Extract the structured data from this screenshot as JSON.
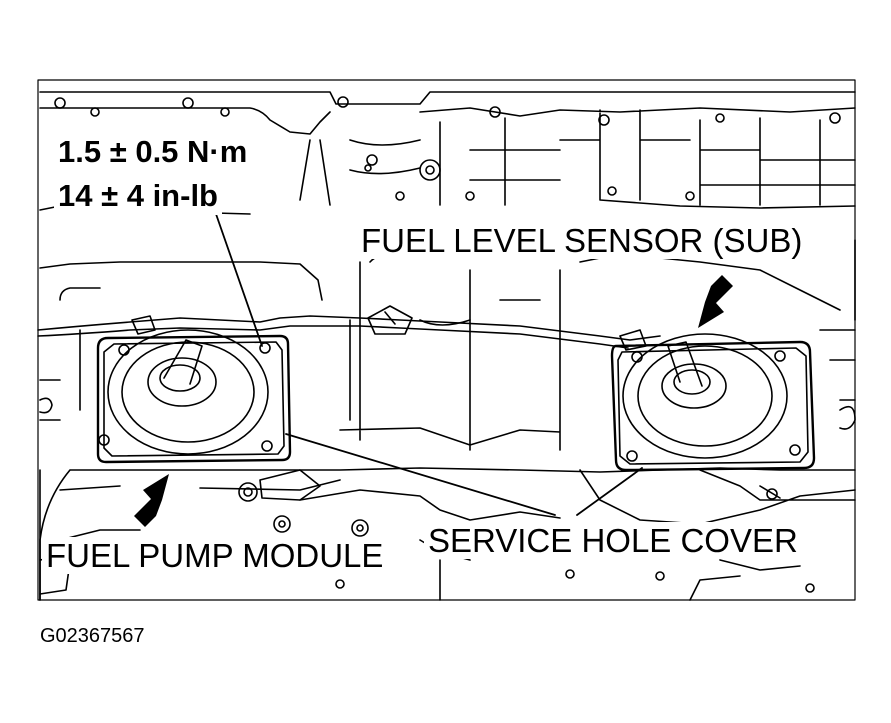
{
  "diagram": {
    "torque_line_1": "1.5 ± 0.5 N·m",
    "torque_line_2": "14 ± 4 in-lb",
    "label_sensor": "FUEL LEVEL SENSOR (SUB)",
    "label_pump": "FUEL PUMP MODULE",
    "label_cover": "SERVICE HOLE COVER",
    "figure_id": "G02367567"
  },
  "colors": {
    "ink": "#000000",
    "paper": "#ffffff"
  }
}
